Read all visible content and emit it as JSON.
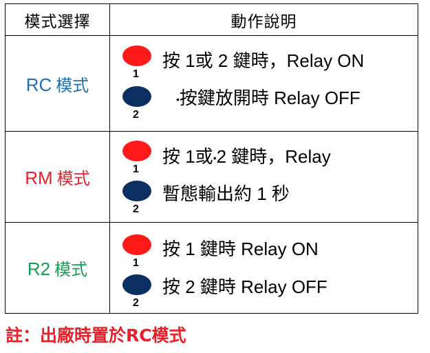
{
  "header": {
    "mode_col": "模式選擇",
    "action_col": "動作說明"
  },
  "rows": [
    {
      "mode_code": "RC",
      "mode_word": "模式",
      "color": "#1f6fb5",
      "button1_label": "1",
      "button2_label": "2",
      "line1": "按 1或 2 鍵時，Relay ON",
      "line2_bullet": "•",
      "line2": "按鍵放開時 Relay OFF"
    },
    {
      "mode_code": "RM",
      "mode_word": "模式",
      "color": "#e8202a",
      "button1_label": "1",
      "button2_label": "2",
      "line1_a": "按 1或",
      "line1_bullet": "•",
      "line1_b": "2 鍵時，Relay",
      "line2": "暫態輸出約 1 秒"
    },
    {
      "mode_code": "R2",
      "mode_word": "模式",
      "color": "#12a150",
      "button1_label": "1",
      "button2_label": "2",
      "line1": "按 1 鍵時 Relay ON",
      "line2": "按 2 鍵時 Relay OFF"
    }
  ],
  "button_colors": {
    "red": "#ff1a1a",
    "navy": "#0c2f62"
  },
  "note": "註：出廠時置於RC模式"
}
